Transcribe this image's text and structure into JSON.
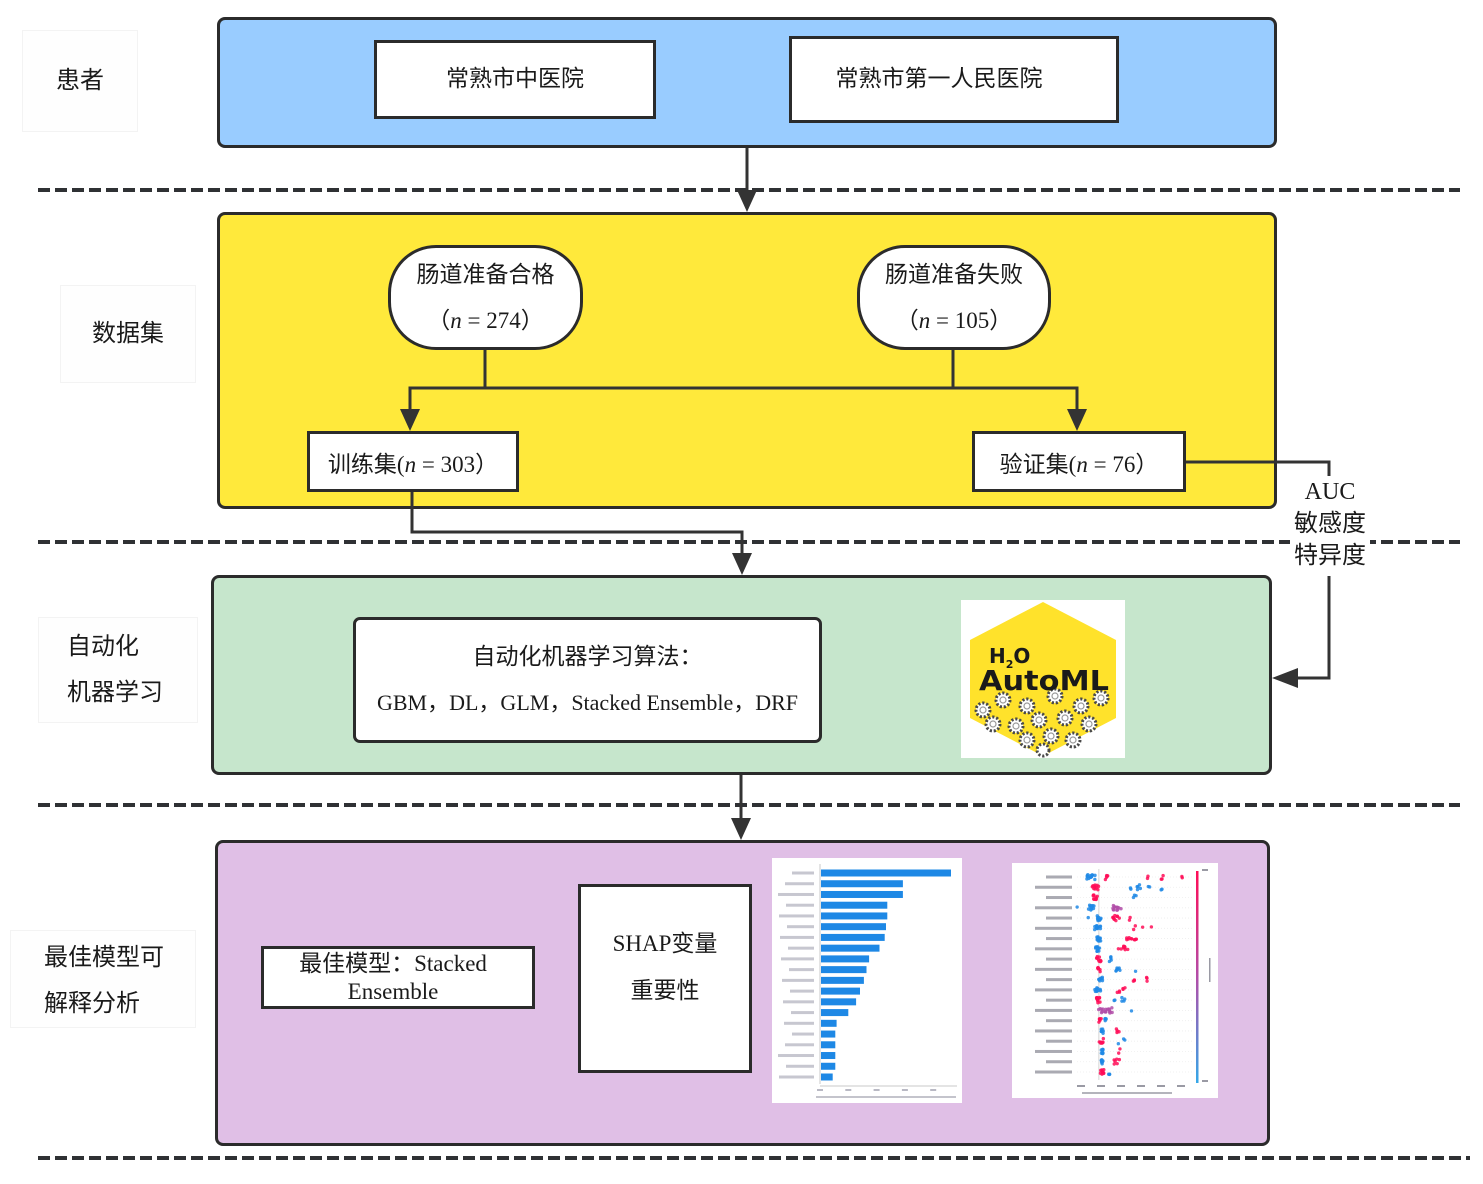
{
  "colors": {
    "stage_patients": "#99ccff",
    "stage_dataset": "#ffe93b",
    "stage_automl": "#c6e6cc",
    "stage_explain": "#e0bfe6",
    "shap_bar": "#1e88e5",
    "shap_low": "#1e88e5",
    "shap_high": "#ff0d57",
    "shap_mid": "#b24da8",
    "logo_yellow": "#ffe22b"
  },
  "patients": {
    "side_label": [
      "患者"
    ],
    "hospitals": [
      "常熟市中医院",
      "常熟市第一人民医院"
    ]
  },
  "dataset": {
    "side_label": [
      "数据集"
    ],
    "adequate": {
      "title": "肠道准备合格",
      "prefix": "（",
      "var": "n",
      "suffix": " = 274）"
    },
    "failed": {
      "title": "肠道准备失败",
      "prefix": "（",
      "var": "n",
      "suffix": " = 105）"
    },
    "training": {
      "prefix": "训练集(",
      "var": "n",
      "suffix": " = 303）"
    },
    "validation": {
      "prefix": "验证集(",
      "var": "n",
      "suffix": " = 76）"
    }
  },
  "metrics": [
    "AUC",
    "敏感度",
    "特异度"
  ],
  "automl": {
    "side_label": [
      "自动化",
      "机器学习"
    ],
    "algorithms_title": "自动化机器学习算法：",
    "algorithms_list": "GBM，DL，GLM，Stacked Ensemble，DRF",
    "logo": {
      "h": "H",
      "sub": "2",
      "o": "O",
      "name": "AutoML"
    }
  },
  "explain": {
    "side_label": [
      "最佳模型可",
      "解释分析"
    ],
    "best_model_lines": [
      "最佳模型：Stacked",
      "Ensemble"
    ],
    "shap_lines": [
      "SHAP变量",
      "重要性"
    ]
  },
  "chart_data": [
    {
      "type": "bar",
      "title": "",
      "orientation": "horizontal",
      "note": "mean |SHAP| importance, relative to top feature (labels illegible)",
      "categories_count": 20,
      "values": [
        1.0,
        0.63,
        0.63,
        0.51,
        0.51,
        0.5,
        0.49,
        0.45,
        0.37,
        0.35,
        0.33,
        0.3,
        0.27,
        0.21,
        0.12,
        0.11,
        0.11,
        0.11,
        0.11,
        0.09
      ],
      "xlim": [
        0,
        1.05
      ],
      "x_ticks_count": 5
    },
    {
      "type": "scatter",
      "subtype": "shap-beeswarm",
      "note": "cluster positions normalized 0-1 across x-axis; color b=low, p=high, m=mixed",
      "zero_line": 0.19,
      "x_ticks_count": 6,
      "colorbar": {
        "top": "high",
        "bottom": "low"
      },
      "rows": [
        [
          [
            0.12,
            0.04,
            14,
            "b"
          ],
          [
            0.26,
            0.02,
            5,
            "p"
          ],
          [
            0.62,
            0.01,
            2,
            "p"
          ],
          [
            0.75,
            0.02,
            3,
            "p"
          ],
          [
            0.91,
            0.01,
            2,
            "p"
          ]
        ],
        [
          [
            0.16,
            0.03,
            12,
            "p"
          ],
          [
            0.46,
            0.01,
            2,
            "b"
          ],
          [
            0.54,
            0.03,
            5,
            "b"
          ],
          [
            0.63,
            0.01,
            2,
            "b"
          ],
          [
            0.74,
            0.01,
            2,
            "b"
          ]
        ],
        [
          [
            0.16,
            0.02,
            10,
            "p"
          ],
          [
            0.5,
            0.02,
            3,
            "b"
          ]
        ],
        [
          [
            0.01,
            0.01,
            1,
            "b"
          ],
          [
            0.13,
            0.03,
            10,
            "b"
          ],
          [
            0.35,
            0.04,
            12,
            "m"
          ]
        ],
        [
          [
            0.09,
            0.01,
            1,
            "b"
          ],
          [
            0.18,
            0.03,
            10,
            "b"
          ],
          [
            0.34,
            0.03,
            10,
            "p"
          ],
          [
            0.46,
            0.01,
            2,
            "p"
          ]
        ],
        [
          [
            0.18,
            0.03,
            12,
            "b"
          ],
          [
            0.5,
            0.01,
            2,
            "p"
          ],
          [
            0.57,
            0.01,
            1,
            "p"
          ],
          [
            0.65,
            0.01,
            1,
            "p"
          ]
        ],
        [
          [
            0.19,
            0.02,
            10,
            "b"
          ],
          [
            0.47,
            0.05,
            10,
            "p"
          ]
        ],
        [
          [
            0.18,
            0.02,
            10,
            "b"
          ],
          [
            0.41,
            0.05,
            10,
            "p"
          ]
        ],
        [
          [
            0.19,
            0.02,
            9,
            "p"
          ],
          [
            0.29,
            0.02,
            5,
            "b"
          ]
        ],
        [
          [
            0.2,
            0.02,
            10,
            "p"
          ],
          [
            0.35,
            0.03,
            7,
            "b"
          ],
          [
            0.51,
            0.01,
            1,
            "b"
          ]
        ],
        [
          [
            0.21,
            0.02,
            10,
            "b"
          ],
          [
            0.5,
            0.01,
            3,
            "p"
          ],
          [
            0.6,
            0.01,
            3,
            "p"
          ]
        ],
        [
          [
            0.18,
            0.03,
            10,
            "b"
          ],
          [
            0.39,
            0.04,
            6,
            "p"
          ]
        ],
        [
          [
            0.19,
            0.02,
            9,
            "p"
          ],
          [
            0.37,
            0.05,
            6,
            "b"
          ]
        ],
        [
          [
            0.24,
            0.07,
            18,
            "m"
          ],
          [
            0.47,
            0.01,
            1,
            "b"
          ]
        ],
        [
          [
            0.2,
            0.01,
            6,
            "p"
          ],
          [
            0.25,
            0.01,
            4,
            "b"
          ]
        ],
        [
          [
            0.22,
            0.01,
            8,
            "b"
          ],
          [
            0.36,
            0.02,
            4,
            "p"
          ]
        ],
        [
          [
            0.21,
            0.02,
            8,
            "p"
          ],
          [
            0.35,
            0.01,
            1,
            "b"
          ],
          [
            0.41,
            0.01,
            2,
            "b"
          ]
        ],
        [
          [
            0.22,
            0.01,
            8,
            "b"
          ],
          [
            0.37,
            0.01,
            2,
            "p"
          ]
        ],
        [
          [
            0.22,
            0.01,
            8,
            "b"
          ],
          [
            0.34,
            0.03,
            6,
            "p"
          ]
        ],
        [
          [
            0.22,
            0.02,
            9,
            "p"
          ],
          [
            0.28,
            0.01,
            3,
            "b"
          ]
        ]
      ]
    }
  ]
}
